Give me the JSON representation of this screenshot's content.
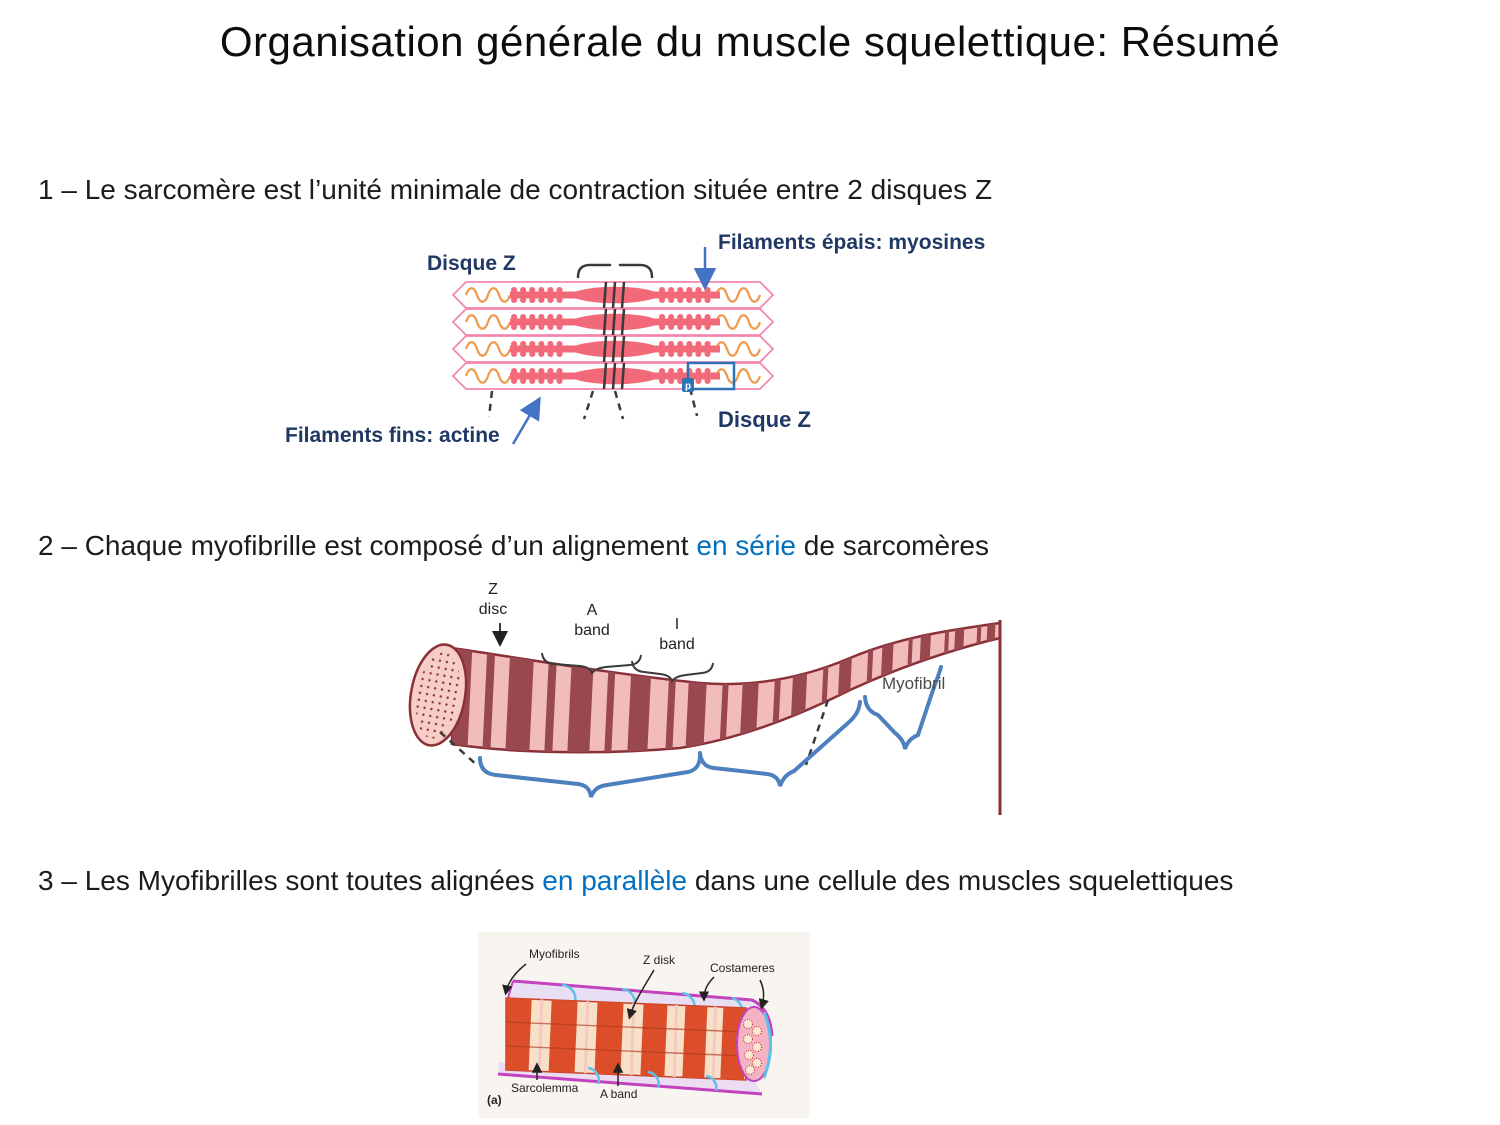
{
  "slide": {
    "title": "Organisation générale du muscle squelettique: Résumé",
    "background": "#FFFFFF"
  },
  "points": [
    {
      "before": "1 – Le sarcomère est l’unité minimale de contraction située entre 2 disques Z",
      "highlight": "",
      "after": ""
    },
    {
      "before": "2 – Chaque myofibrille est composé d’un alignement ",
      "highlight": "en série",
      "after": " de sarcomères"
    },
    {
      "before": "3 – Les Myofibrilles sont toutes alignées ",
      "highlight": "en parallèle",
      "after": " dans une cellule des muscles squelettiques"
    }
  ],
  "colors": {
    "accent_blue": "#0070C0",
    "label_navy": "#1F3864",
    "arrow_blue": "#4472C4",
    "brace_blue": "#4C80BE",
    "sarcomere_pink": "#F487AE",
    "sarcomere_orange": "#F09A4E",
    "sarcomere_red": "#F2697A",
    "myofibril_dark_band": "#9A4850",
    "myofibril_light_band": "#F2BCBC",
    "cell_fibril_red": "#DC4E2A",
    "cell_fibril_cream": "#F8E0C8",
    "sarcolemma_magenta": "#C343BF",
    "costamere_blue": "#5FC0E8"
  },
  "sarcomere_figure": {
    "label_disque_z_top": "Disque Z",
    "label_filaments_epais": "Filaments épais: myosines",
    "label_filaments_fins": "Filaments fins: actine",
    "label_disque_z_bottom": "Disque Z",
    "highlight_badge": "p"
  },
  "myofibril_figure": {
    "label_z": "Z",
    "label_z_disc": "disc",
    "label_a": "A",
    "label_a_band": "band",
    "label_i": "I",
    "label_i_band": "band",
    "label_myofibril": "Myofibril"
  },
  "cell_figure": {
    "label_myofibrils": "Myofibrils",
    "label_z_disk": "Z disk",
    "label_costameres": "Costameres",
    "label_sarcolemma": "Sarcolemma",
    "label_a_band": "A band",
    "label_panel": "(a)"
  }
}
